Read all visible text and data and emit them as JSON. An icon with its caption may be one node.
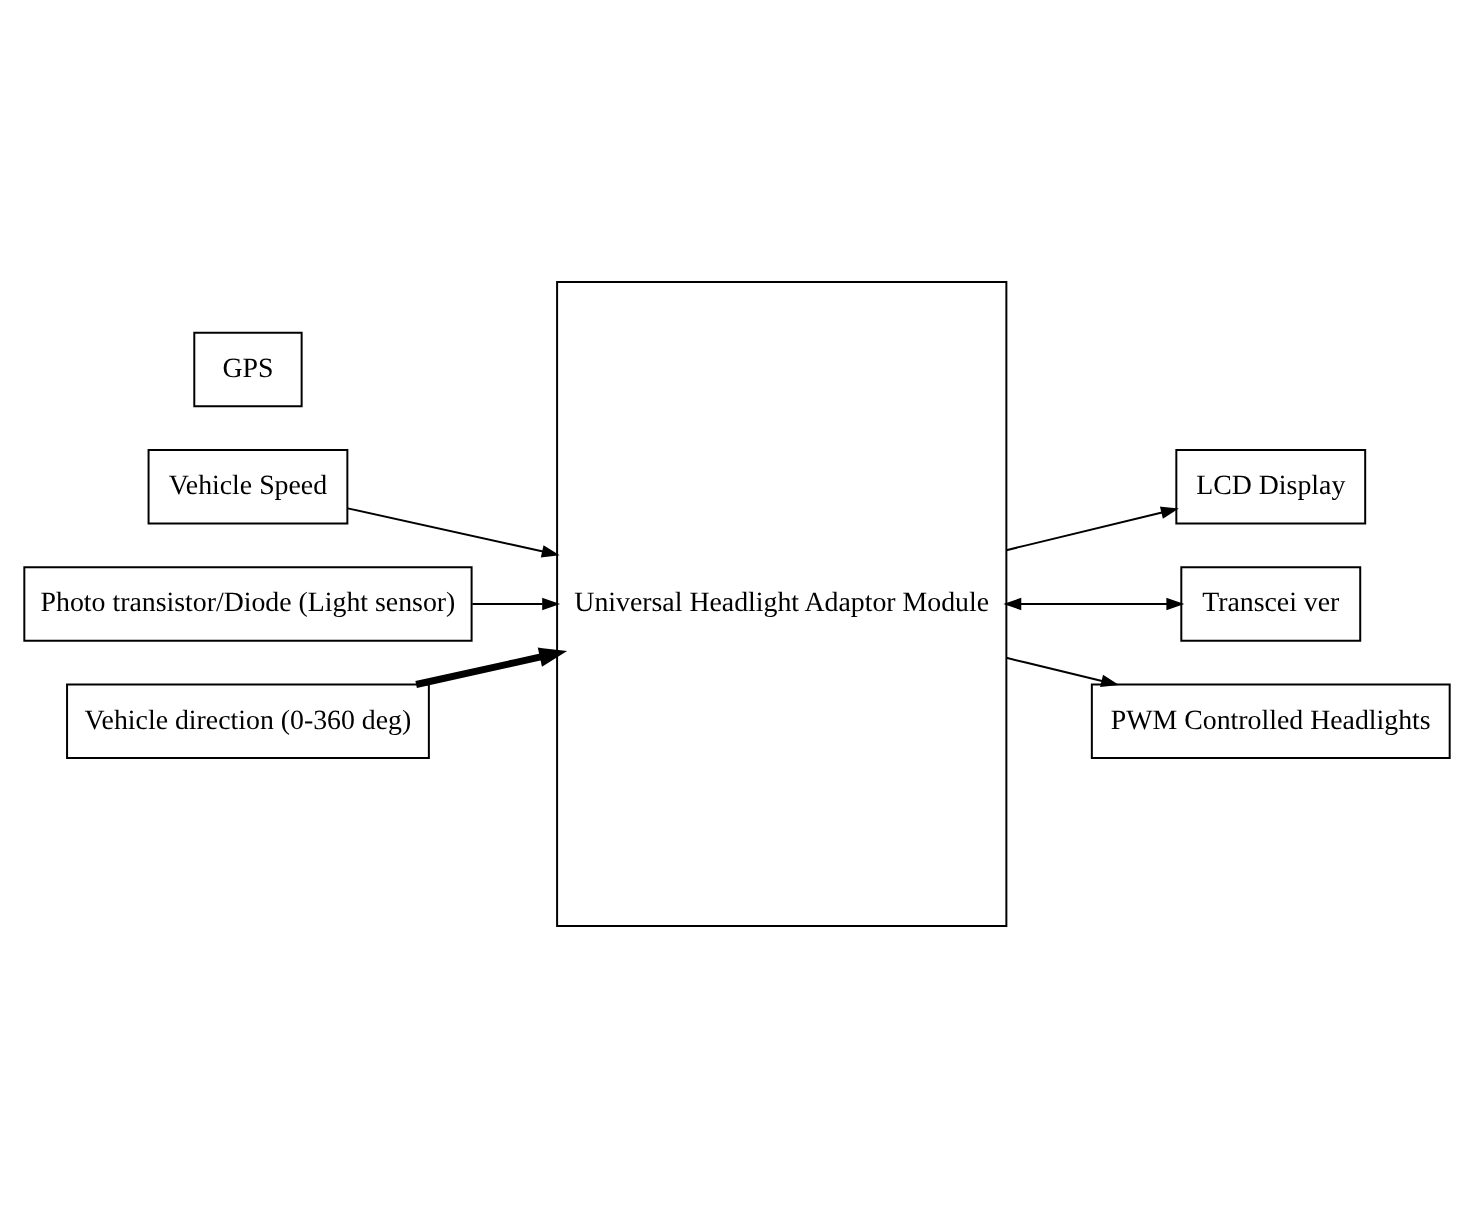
{
  "diagram": {
    "nodes": [
      {
        "text": [
          "Vehicle Speed"
        ]
      },
      {
        "text": [
          "LCD Display"
        ]
      },
      {
        "text": [
          "GPS"
        ]
      },
      {
        "text": [
          "Photo transistor/Diode (Light sensor)"
        ]
      },
      {
        "text": [
          "Vehicle direction (0-360 deg)"
        ]
      },
      {
        "text": [
          "Universal Headlight Adaptor Module"
        ]
      },
      {
        "text": [
          "Transcei ver"
        ]
      },
      {
        "text": [
          "PWM Controlled Headlights"
        ]
      }
    ],
    "edges": [
      {
        "from": 0,
        "to": 5,
        "arrow": "to"
      },
      {
        "from": 5,
        "to": 1,
        "arrow": "to"
      },
      {
        "from": 3,
        "to": 5,
        "arrow": "to"
      },
      {
        "from": 4,
        "to": 5,
        "arrow": "to",
        "style": "thick"
      },
      {
        "from": 5,
        "to": 6,
        "arrow": "both"
      },
      {
        "from": 5,
        "to": 7,
        "arrow": "to"
      }
    ]
  }
}
